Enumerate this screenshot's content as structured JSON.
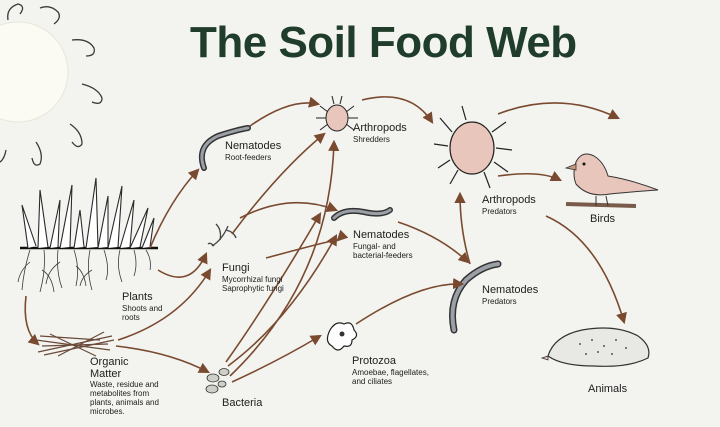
{
  "title": "The Soil Food Web",
  "nodes": {
    "plants": {
      "name": "Plants",
      "sub": "Shoots and\nroots"
    },
    "organic_matter": {
      "name": "Organic\nMatter",
      "sub": "Waste, residue and\nmetabolites from\nplants, animals and\nmicrobes."
    },
    "bacteria": {
      "name": "Bacteria"
    },
    "fungi": {
      "name": "Fungi",
      "sub": "Mycorrhizal fungi\nSaprophytic fungi"
    },
    "nematodes_root": {
      "name": "Nematodes",
      "sub": "Root-feeders"
    },
    "nematodes_fungal": {
      "name": "Nematodes",
      "sub": "Fungal- and\nbacterial-feeders"
    },
    "protozoa": {
      "name": "Protozoa",
      "sub": "Amoebae, flagellates,\nand ciliates"
    },
    "arthropods_shred": {
      "name": "Arthropods",
      "sub": "Shredders"
    },
    "arthropods_pred": {
      "name": "Arthropods",
      "sub": "Predators"
    },
    "nematodes_pred": {
      "name": "Nematodes",
      "sub": "Predators"
    },
    "birds": {
      "name": "Birds"
    },
    "animals": {
      "name": "Animals"
    }
  },
  "colors": {
    "title": "#1f3d2a",
    "arrow": "#7a4a30",
    "organism_fill": "#e9c6bb",
    "background": "#f3f4ef"
  }
}
